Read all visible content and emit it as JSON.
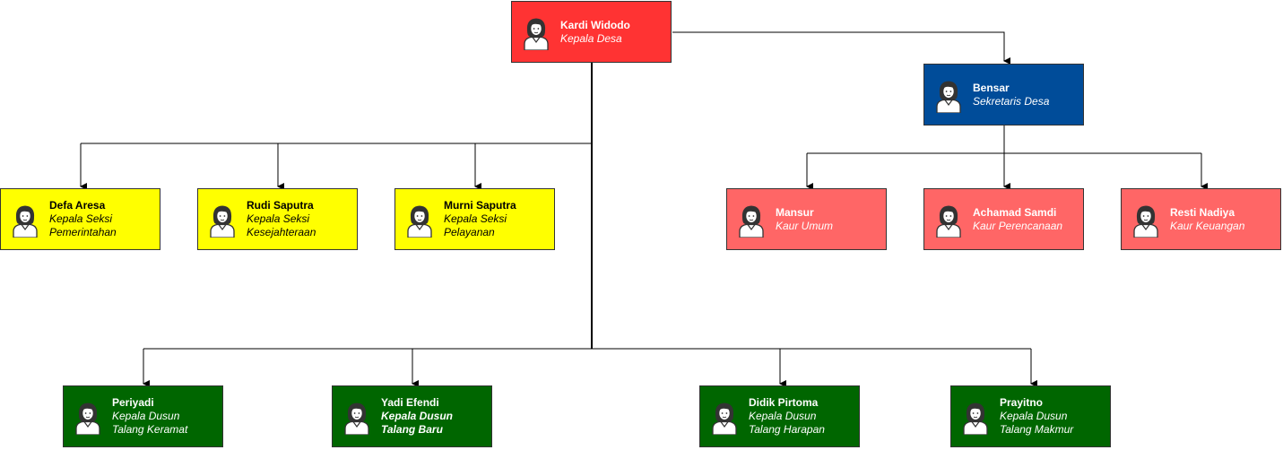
{
  "colors": {
    "head": "#ff3333",
    "secretary": "#004c99",
    "section": "#ffff00",
    "staff": "#ff6666",
    "hamlet": "#006600"
  },
  "icons": {
    "person": "person-avatar-icon"
  },
  "nodes": {
    "head": {
      "name": "Kardi Widodo",
      "role": [
        "Kepala Desa"
      ]
    },
    "secretary": {
      "name": "Bensar",
      "role": [
        "Sekretaris Desa"
      ]
    },
    "sections": [
      {
        "name": "Defa Aresa",
        "role": [
          "Kepala Seksi",
          "Pemerintahan"
        ]
      },
      {
        "name": "Rudi Saputra",
        "role": [
          "Kepala Seksi",
          "Kesejahteraan"
        ]
      },
      {
        "name": "Murni Saputra",
        "role": [
          "Kepala Seksi",
          "Pelayanan"
        ]
      }
    ],
    "staff": [
      {
        "name": "Mansur",
        "role": [
          "Kaur Umum"
        ]
      },
      {
        "name": "Achamad Samdi",
        "role": [
          "Kaur Perencanaan"
        ]
      },
      {
        "name": "Resti Nadiya",
        "role": [
          "Kaur Keuangan"
        ]
      }
    ],
    "hamlets": [
      {
        "name": "Periyadi",
        "role": [
          "Kepala Dusun",
          "Talang Keramat"
        ]
      },
      {
        "name": "Yadi Efendi",
        "role": [
          "Kepala Dusun",
          "Talang Baru"
        ]
      },
      {
        "name": "Didik Pirtoma",
        "role": [
          "Kepala Dusun",
          "Talang Harapan"
        ]
      },
      {
        "name": "Prayitno",
        "role": [
          "Kepala Dusun",
          "Talang Makmur"
        ]
      }
    ]
  }
}
